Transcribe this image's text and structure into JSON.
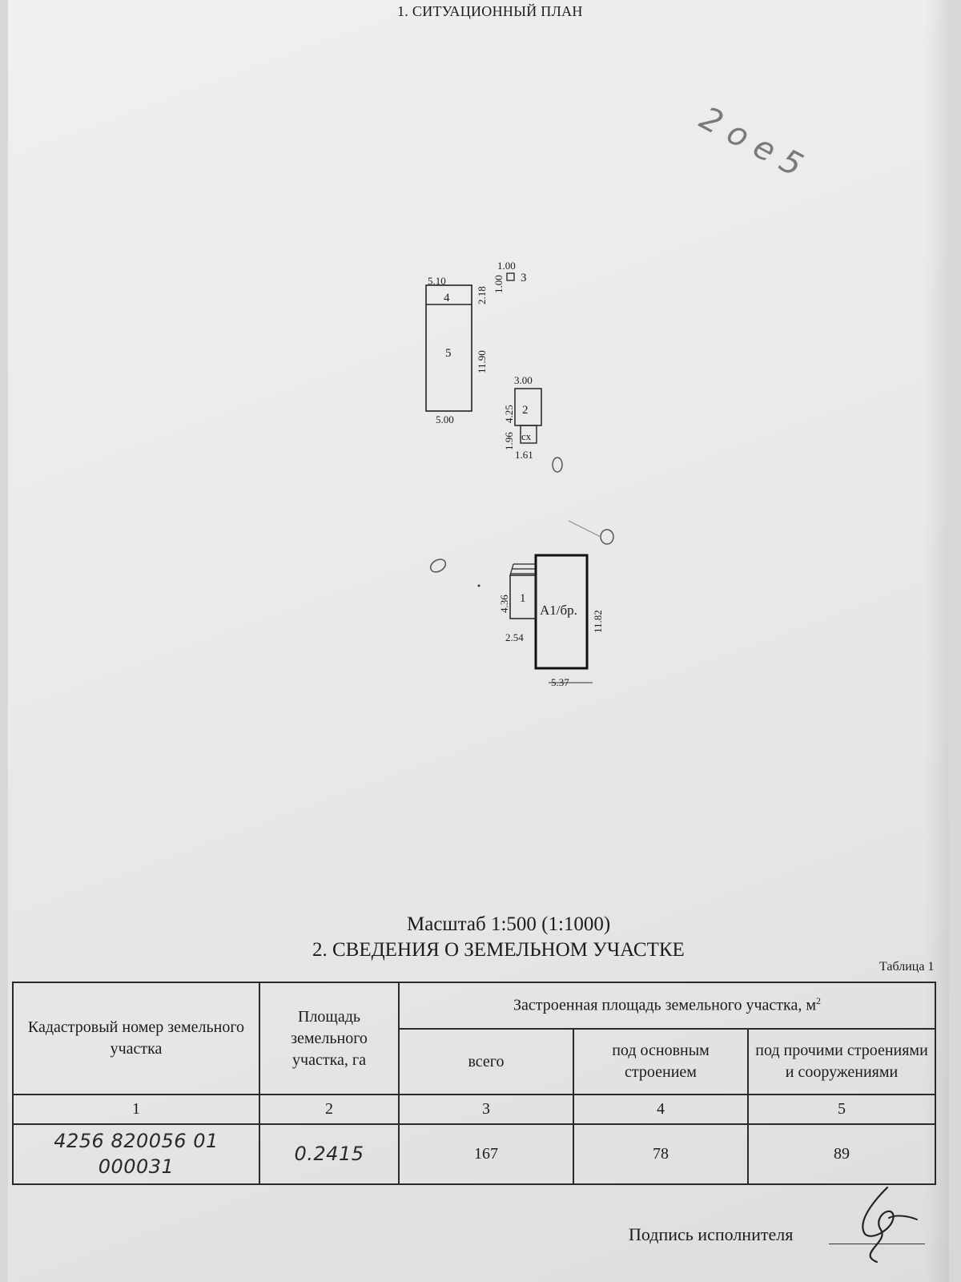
{
  "section1": {
    "title": "1. СИТУАЦИОННЫЙ ПЛАН"
  },
  "plan": {
    "handwritten_top": "2 o e 5",
    "building_4_5": {
      "top_width": "5.10",
      "bottom_width": "5.00",
      "height_4": "2.18",
      "height_5": "11.90",
      "label_4": "4",
      "label_5": "5"
    },
    "building_3": {
      "width": "1.00",
      "height": "1.00",
      "label": "3"
    },
    "building_2": {
      "width": "3.00",
      "height": "4.25",
      "label": "2"
    },
    "building_cx": {
      "width": "1.61",
      "height": "1.96",
      "label": "сх"
    },
    "building_main": {
      "label": "А1/бр.",
      "height": "11.82",
      "width": "5.37"
    },
    "building_1": {
      "label": "1",
      "height": "4.36",
      "width": "2.54"
    }
  },
  "scale": {
    "text": "Масштаб 1:500 (1:1000)"
  },
  "section2": {
    "title": "2. СВЕДЕНИЯ  О ЗЕМЕЛЬНОМ УЧАСТКЕ",
    "table_label": "Таблица 1"
  },
  "table": {
    "col_cadastral": "Кадастровый номер земельного участка",
    "col_area": "Площадь земельного участка, га",
    "col_built": "Застроенная площадь земельного участка, м",
    "col_built_sup": "2",
    "col_total": "всего",
    "col_main": "под основным строением",
    "col_other": "под прочими строениями и сооружениями",
    "col_numbers": [
      "1",
      "2",
      "3",
      "4",
      "5"
    ],
    "row": {
      "cadastral": "4256 820056 01 000031",
      "area": "0.2415",
      "total": "167",
      "main": "78",
      "other": "89"
    }
  },
  "signature": {
    "label": "Подпись исполнителя"
  }
}
